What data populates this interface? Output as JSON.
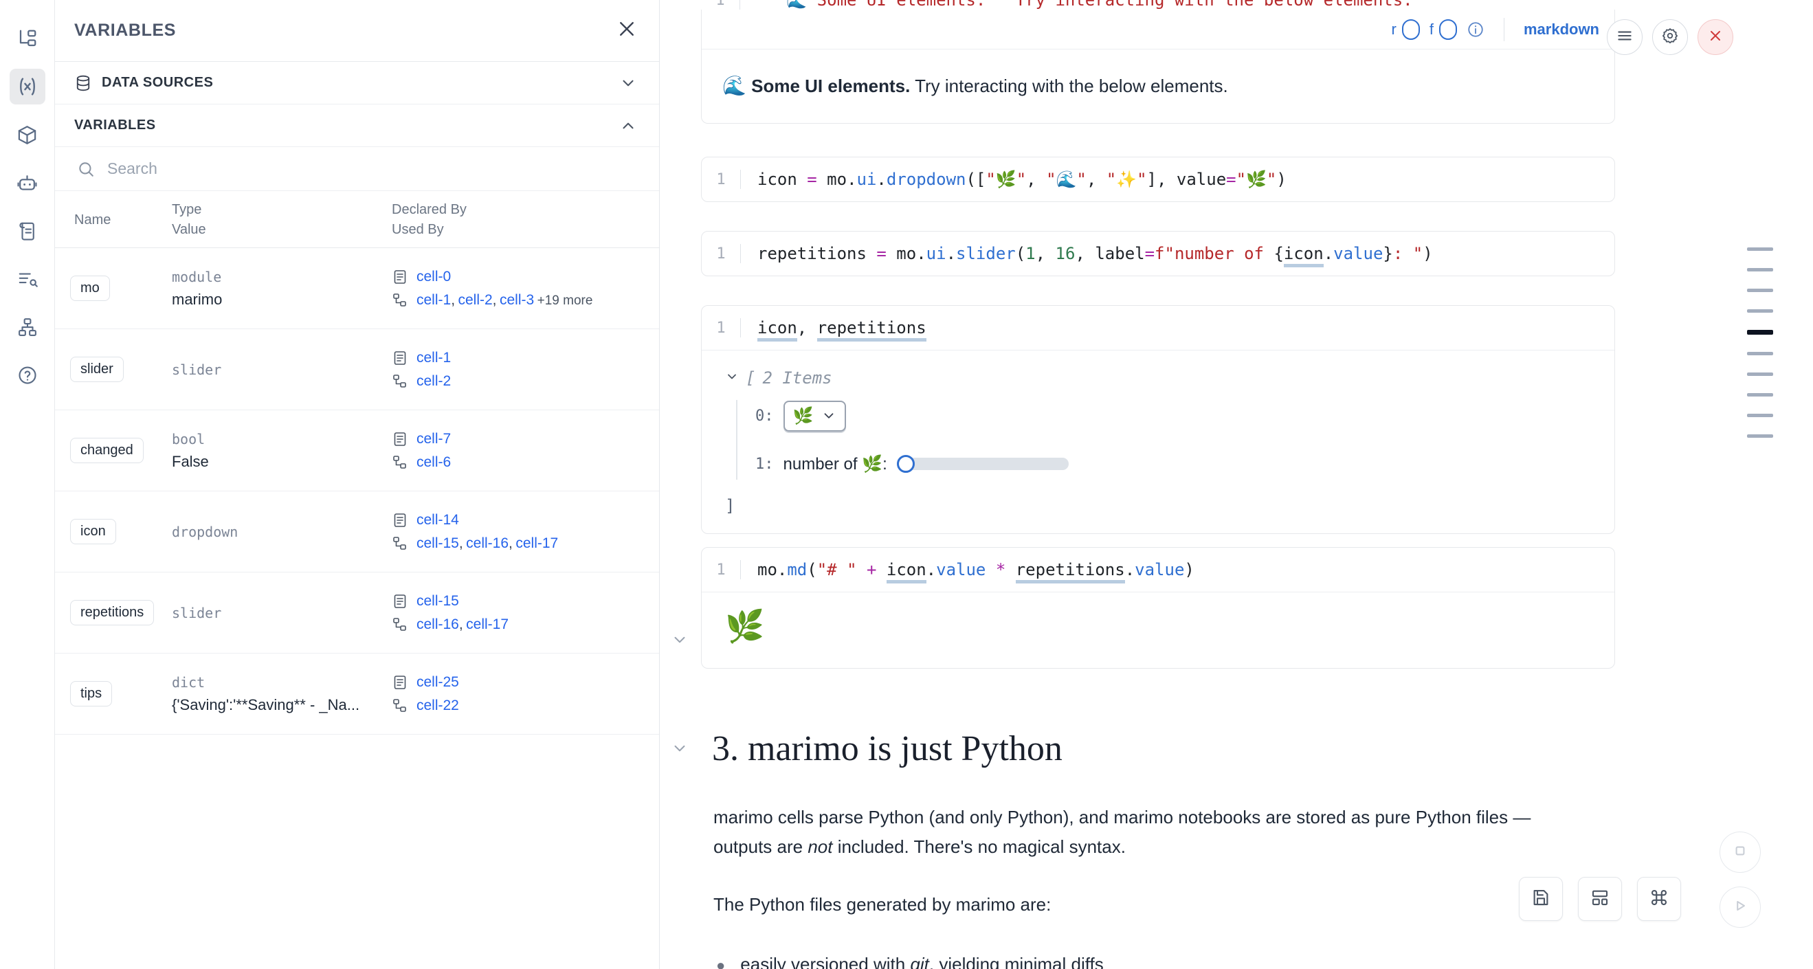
{
  "rail": {
    "items": [
      {
        "name": "file-tree-icon",
        "label": "File explorer"
      },
      {
        "name": "variables-icon",
        "label": "Variables",
        "active": true
      },
      {
        "name": "package-icon",
        "label": "Packages"
      },
      {
        "name": "robot-icon",
        "label": "Chat"
      },
      {
        "name": "scratchpad-icon",
        "label": "Scratchpad"
      },
      {
        "name": "outline-icon",
        "label": "Outline"
      },
      {
        "name": "dependency-icon",
        "label": "Dependencies"
      },
      {
        "name": "help-icon",
        "label": "Help"
      }
    ]
  },
  "panel": {
    "title": "VARIABLES",
    "close_label": "×",
    "sections": [
      {
        "label": "DATA SOURCES",
        "expanded": false
      },
      {
        "label": "VARIABLES",
        "expanded": true
      }
    ],
    "search": {
      "placeholder": "Search",
      "value": ""
    },
    "table": {
      "headers": {
        "name": "Name",
        "type": "Type",
        "value": "Value",
        "declared_by": "Declared By",
        "used_by": "Used By"
      },
      "rows": [
        {
          "name": "mo",
          "type": "module",
          "value": "marimo",
          "declared_by": [
            "cell-0"
          ],
          "used_by": [
            "cell-1",
            "cell-2",
            "cell-3"
          ],
          "more": "+19 more"
        },
        {
          "name": "slider",
          "type": "slider",
          "value": "",
          "declared_by": [
            "cell-1"
          ],
          "used_by": [
            "cell-2"
          ],
          "more": ""
        },
        {
          "name": "changed",
          "type": "bool",
          "value": "False",
          "declared_by": [
            "cell-7"
          ],
          "used_by": [
            "cell-6"
          ],
          "more": ""
        },
        {
          "name": "icon",
          "type": "dropdown",
          "value": "",
          "declared_by": [
            "cell-14"
          ],
          "used_by": [
            "cell-15",
            "cell-16",
            "cell-17"
          ],
          "more": ""
        },
        {
          "name": "repetitions",
          "type": "slider",
          "value": "",
          "declared_by": [
            "cell-15"
          ],
          "used_by": [
            "cell-16",
            "cell-17"
          ],
          "more": ""
        },
        {
          "name": "tips",
          "type": "dict",
          "value": "{'Saving':'**Saving** - _Na...",
          "declared_by": [
            "cell-25"
          ],
          "used_by": [
            "cell-22"
          ],
          "more": ""
        }
      ]
    }
  },
  "notebook": {
    "top_cell": {
      "line_number": "1",
      "truncated_code": "\"\"\"🌊 Some UI elements.\"\" Try interacting with the below elements.",
      "toolbar": {
        "r_label": "r",
        "f_label": "f",
        "info_label": "i",
        "language": "markdown",
        "menu_icon": "hamburger-icon",
        "settings_icon": "gear-icon",
        "delete_icon": "close-icon"
      },
      "output_emoji": "🌊",
      "output_bold": "Some UI elements.",
      "output_rest": " Try interacting with the below elements."
    },
    "cells": [
      {
        "line_number": "1",
        "id": "cell-dropdown-def",
        "code_text": "icon = mo.ui.dropdown([\"🌿\", \"🌊\", \"✨\"], value=\"🌿\")"
      },
      {
        "line_number": "1",
        "id": "cell-slider-def",
        "code_text": "repetitions = mo.ui.slider(1, 16, label=f\"number of {icon.value}: \")"
      },
      {
        "line_number": "1",
        "id": "cell-display",
        "code_text": "icon, repetitions"
      },
      {
        "line_number": "1",
        "id": "cell-md-output",
        "code_text": "mo.md(\"# \" + icon.value * repetitions.value)"
      }
    ],
    "list_output": {
      "open_bracket": "[",
      "items_label": "2 Items",
      "close_bracket": "]",
      "item0_index": "0:",
      "item0_value": "🌿",
      "item1_index": "1:",
      "item1_label": "number of 🌿:",
      "slider_value": 1,
      "slider_min": 1,
      "slider_max": 16
    },
    "md_output_emoji": "🌿",
    "section": {
      "heading": "3. marimo is just Python",
      "paragraph1_a": "marimo cells parse Python (and only Python), and marimo notebooks are stored as pure Python files ",
      "paragraph1_b": "— outputs are ",
      "paragraph1_italic": "not",
      "paragraph1_c": " included. There's no magical syntax.",
      "paragraph2": "The Python files generated by marimo are:",
      "bullet1_a": "easily versioned with ",
      "bullet1_italic": "git",
      "bullet1_b": ", yielding minimal diffs"
    },
    "minimap": {
      "total": 10,
      "current_index": 4
    },
    "float_tools": [
      {
        "name": "save-button",
        "icon": "save-icon"
      },
      {
        "name": "layout-button",
        "icon": "layout-icon"
      },
      {
        "name": "command-palette-button",
        "icon": "command-icon"
      }
    ],
    "run_controls": [
      {
        "name": "stop-button",
        "icon": "stop-icon"
      },
      {
        "name": "run-button",
        "icon": "play-icon"
      }
    ]
  },
  "colors": {
    "accent_blue": "#2563eb",
    "code_string": "#b5282a",
    "code_number": "#2f7a4e",
    "code_operator": "#a626a4",
    "code_module": "#2f6fd0",
    "danger": "#d03a3a"
  }
}
